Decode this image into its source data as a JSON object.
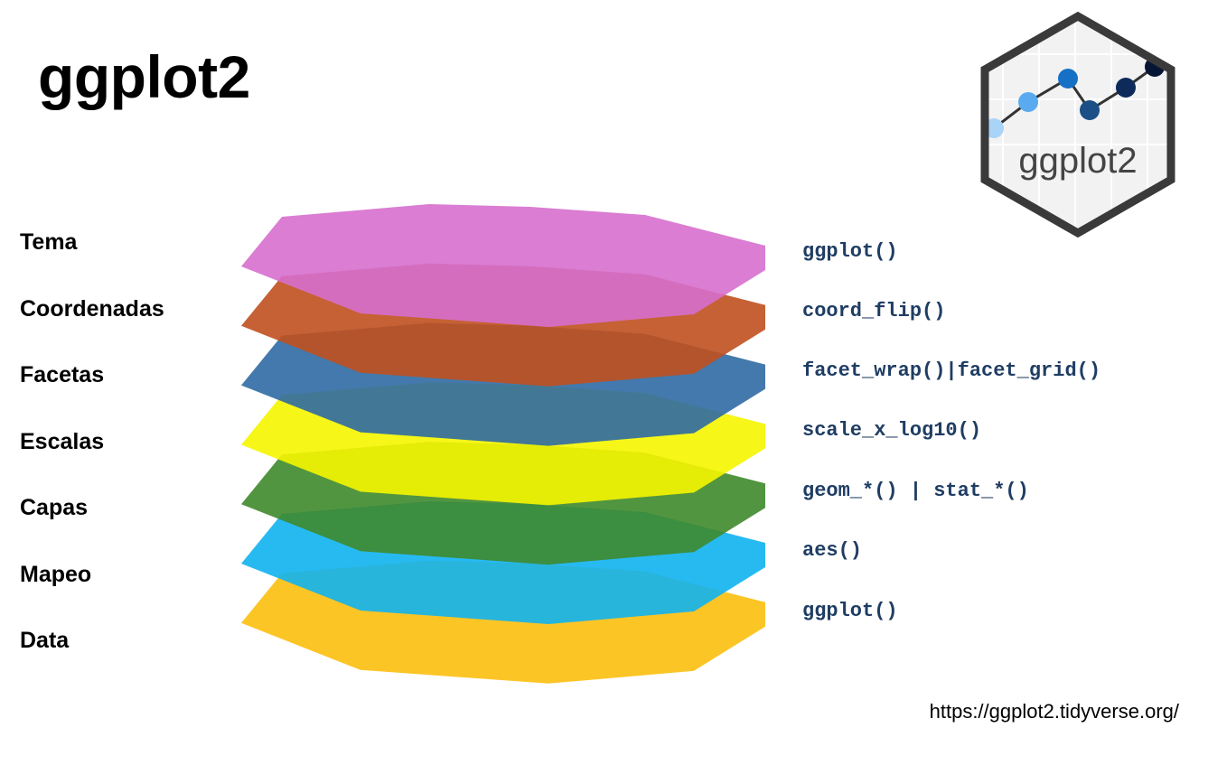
{
  "title": "ggplot2",
  "layers": [
    {
      "label": "Tema",
      "code": "ggplot()",
      "color": "#d66fce"
    },
    {
      "label": "Coordenadas",
      "code": "coord_flip()",
      "color": "#c0501f"
    },
    {
      "label": "Facetas",
      "code": "facet_wrap()|facet_grid()",
      "color": "#2f6aa3"
    },
    {
      "label": "Escalas",
      "code": "scale_x_log10()",
      "color": "#f5f500"
    },
    {
      "label": "Capas",
      "code": "geom_*() | stat_*()",
      "color": "#3f8a2c"
    },
    {
      "label": "Mapeo",
      "code": "aes()",
      "color": "#10b2ef"
    },
    {
      "label": "Data",
      "code": "ggplot()",
      "color": "#fcbf0e"
    }
  ],
  "logo": {
    "text": "ggplot2",
    "border_color": "#3a3a3a",
    "point_colors": [
      "#a9d3f7",
      "#5aaaf0",
      "#1670c6",
      "#1b4f86",
      "#0d2a5a",
      "#071535"
    ]
  },
  "url": "https://ggplot2.tidyverse.org/"
}
